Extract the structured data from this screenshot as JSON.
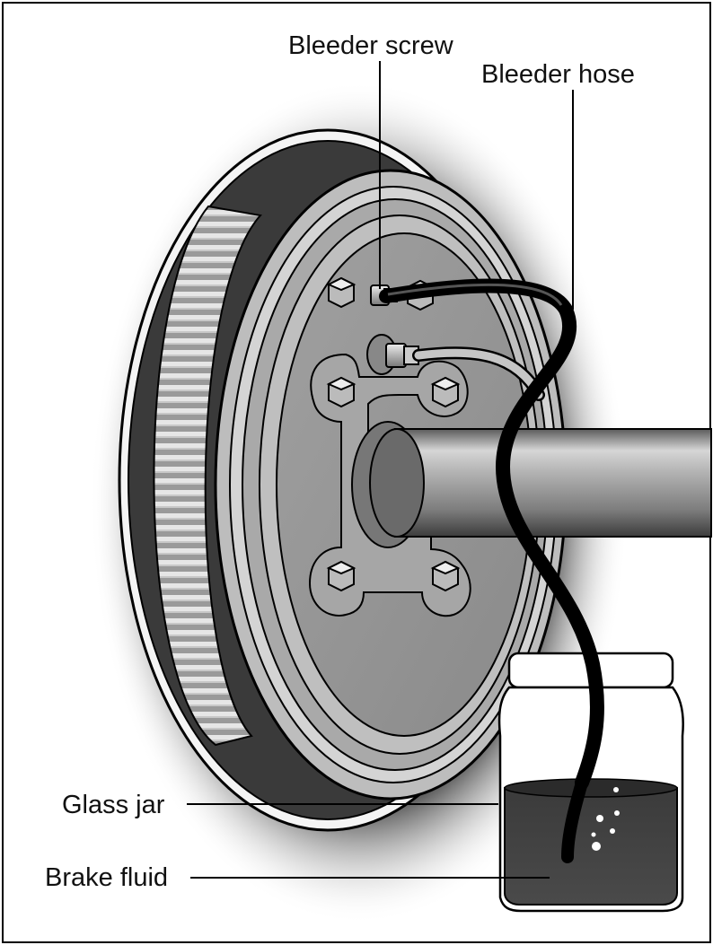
{
  "labels": {
    "bleeder_screw": "Bleeder screw",
    "bleeder_hose": "Bleeder hose",
    "glass_jar": "Glass jar",
    "brake_fluid": "Brake fluid"
  }
}
